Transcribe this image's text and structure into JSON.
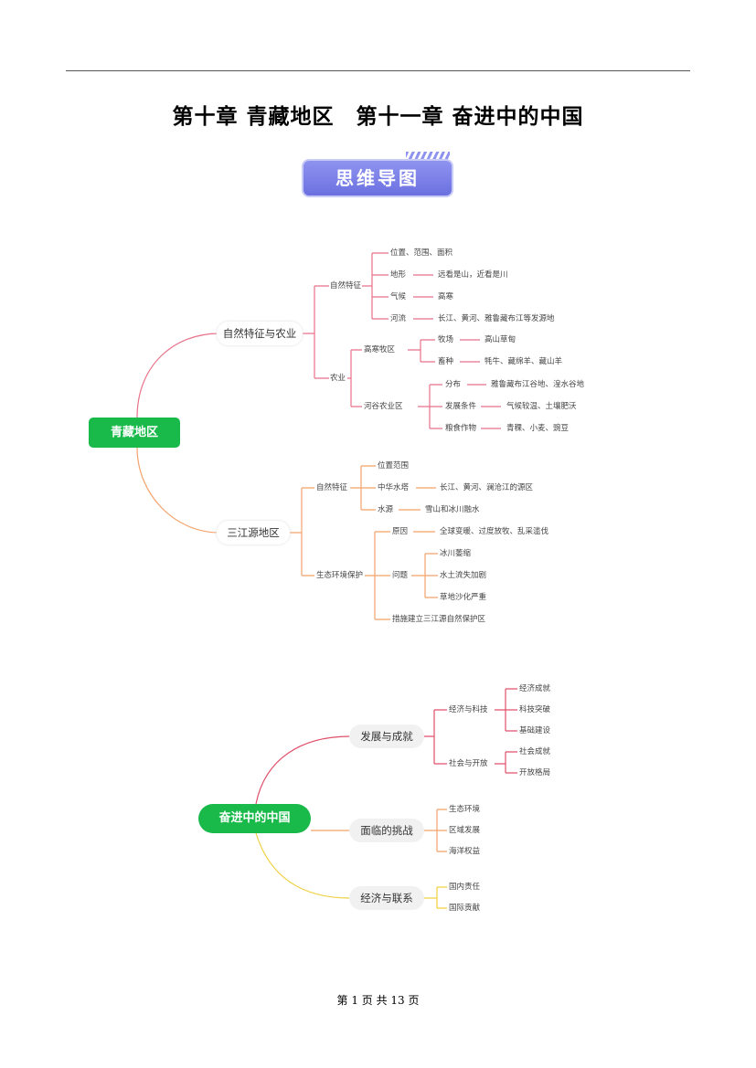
{
  "title": "第十章 青藏地区　第十一章 奋进中的中国",
  "badge": "思维导图",
  "map1": {
    "root": "青藏地区",
    "a": {
      "label": "自然特征与农业",
      "nature": {
        "label": "自然特征",
        "items": [
          "位置、范围、面积",
          "地形",
          "远看是山，近看是川",
          "气候",
          "高寒",
          "河流",
          "长江、黄河、雅鲁藏布江等发源地"
        ]
      },
      "agri": {
        "label": "农业",
        "pasture": {
          "label": "高寒牧区",
          "items": [
            "牧场",
            "高山草甸",
            "畜种",
            "牦牛、藏绵羊、藏山羊"
          ]
        },
        "valley": {
          "label": "河谷农业区",
          "items": [
            "分布",
            "雅鲁藏布江谷地、湟水谷地",
            "发展条件",
            "气候较温、土壤肥沃",
            "粮食作物",
            "青稞、小麦、豌豆"
          ]
        }
      }
    },
    "b": {
      "label": "三江源地区",
      "nature": {
        "label": "自然特征",
        "items": [
          "位置范围",
          "中华水塔",
          "长江、黄河、澜沧江的源区",
          "水源",
          "雪山和冰川融水"
        ]
      },
      "eco": {
        "label": "生态环境保护",
        "items": [
          "原因",
          "全球变暖、过度放牧、乱采滥伐",
          "问题",
          "冰川萎缩",
          "水土流失加剧",
          "草地沙化严重",
          "措施建立三江源自然保护区"
        ]
      }
    }
  },
  "map2": {
    "root": "奋进中的中国",
    "a": {
      "label": "发展与成就",
      "econ": {
        "label": "经济与科技",
        "items": [
          "经济成就",
          "科技突破",
          "基础建设"
        ]
      },
      "soc": {
        "label": "社会与开放",
        "items": [
          "社会成就",
          "开放格局"
        ]
      }
    },
    "b": {
      "label": "面临的挑战",
      "items": [
        "生态环境",
        "区域发展",
        "海洋权益"
      ]
    },
    "c": {
      "label": "经济与联系",
      "items": [
        "国内责任",
        "国际贡献"
      ]
    }
  },
  "footer": "第 1 页 共 13 页",
  "colors": {
    "pink": "#e8718a",
    "orange": "#f4a26b",
    "yellow": "#f0d040",
    "green": "#19b94a"
  }
}
